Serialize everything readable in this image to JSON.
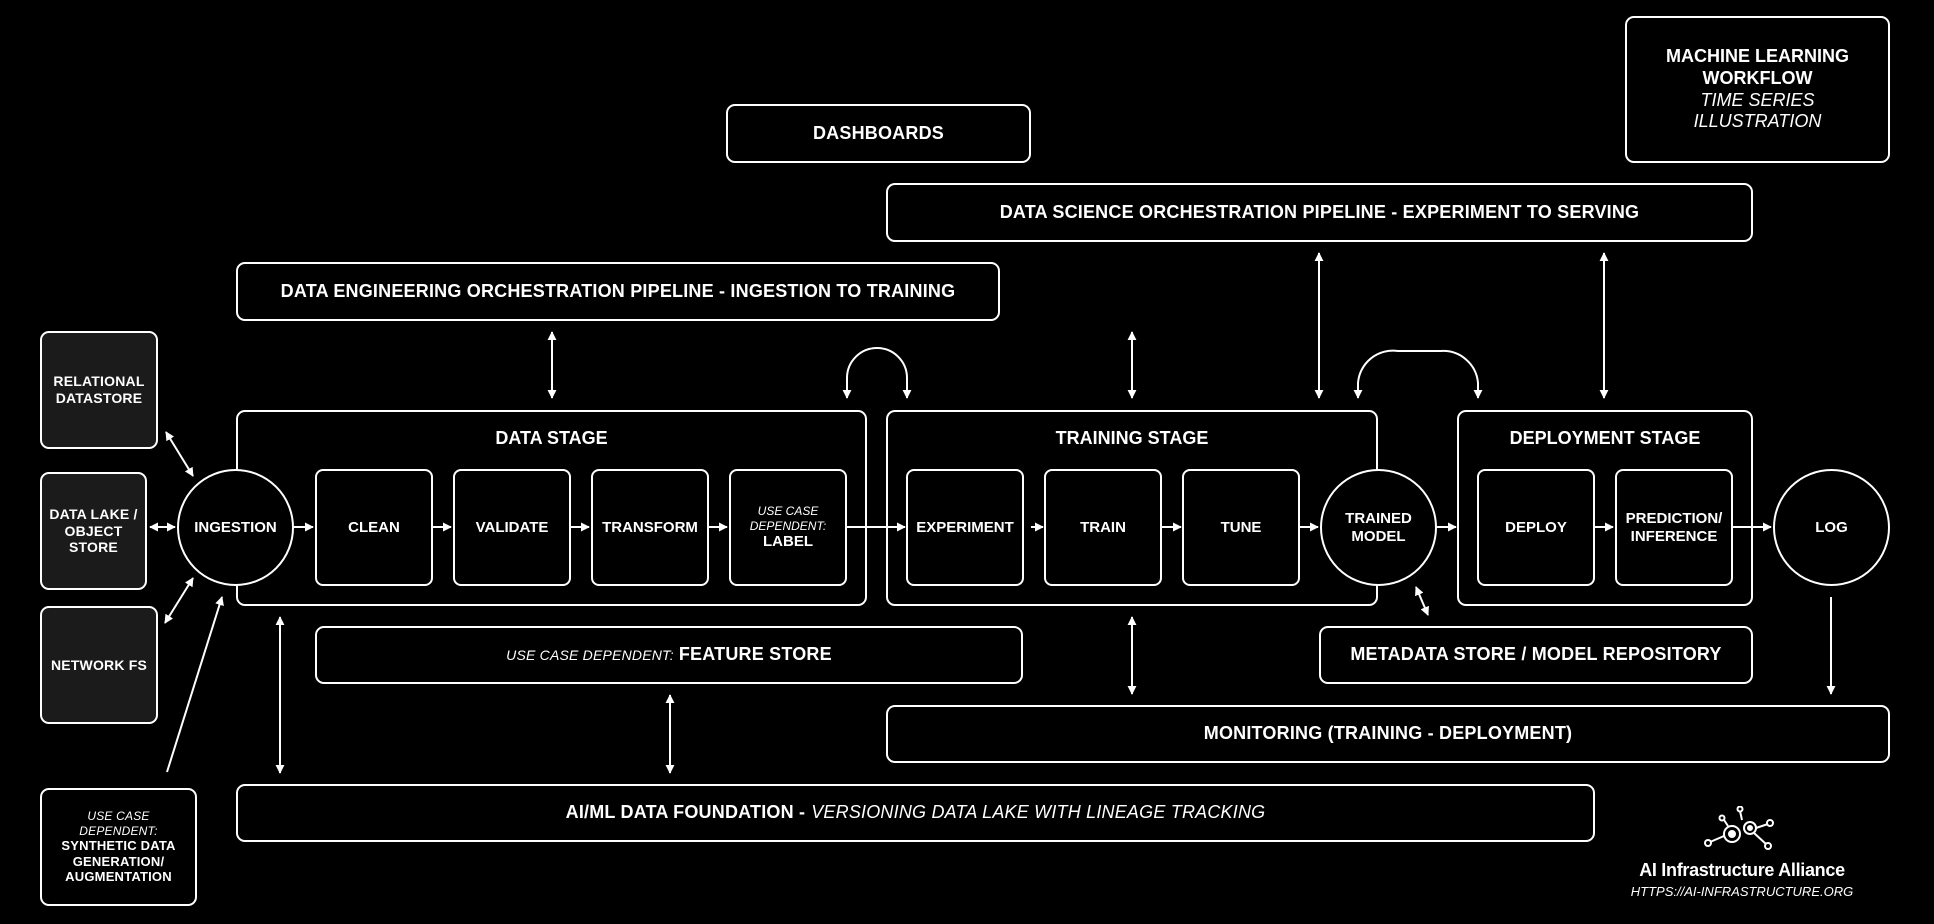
{
  "legend": {
    "title": "MACHINE LEARNING WORKFLOW",
    "subtitle": "TIME SERIES ILLUSTRATION"
  },
  "dashboards": "DASHBOARDS",
  "ds_pipeline": "DATA SCIENCE ORCHESTRATION PIPELINE - EXPERIMENT TO SERVING",
  "de_pipeline": "DATA ENGINEERING ORCHESTRATION PIPELINE - INGESTION TO TRAINING",
  "sources": {
    "relational": "RELATIONAL DATASTORE",
    "datalake": "DATA LAKE / OBJECT STORE",
    "networkfs": "NETWORK FS",
    "synthetic_prefix": "USE CASE DEPENDENT:",
    "synthetic": "SYNTHETIC DATA GENERATION/ AUGMENTATION"
  },
  "ingestion": "INGESTION",
  "data_stage": {
    "title": "DATA STAGE",
    "clean": "CLEAN",
    "validate": "VALIDATE",
    "transform": "TRANSFORM",
    "label_prefix": "USE CASE DEPENDENT:",
    "label": "LABEL"
  },
  "training_stage": {
    "title": "TRAINING STAGE",
    "experiment": "EXPERIMENT",
    "train": "TRAIN",
    "tune": "TUNE"
  },
  "trained_model": "TRAINED MODEL",
  "deployment_stage": {
    "title": "DEPLOYMENT STAGE",
    "deploy": "DEPLOY",
    "prediction": "PREDICTION/ INFERENCE"
  },
  "log": "LOG",
  "feature_store": {
    "prefix": "USE CASE DEPENDENT:",
    "label": "FEATURE STORE"
  },
  "metadata_store": "METADATA STORE / MODEL REPOSITORY",
  "monitoring": "MONITORING (TRAINING - DEPLOYMENT)",
  "foundation": {
    "label": "AI/ML DATA FOUNDATION -",
    "sublabel": "VERSIONING DATA LAKE WITH LINEAGE TRACKING"
  },
  "logo": {
    "name": "AI Infrastructure Alliance",
    "url": "HTTPS://AI-INFRASTRUCTURE.ORG"
  }
}
